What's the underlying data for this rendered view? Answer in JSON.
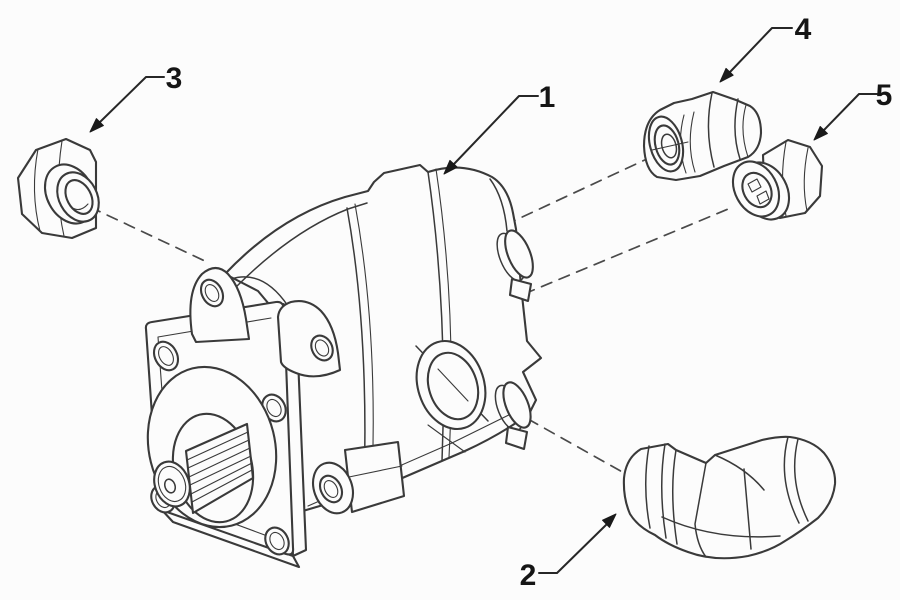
{
  "diagram": {
    "type": "exploded-parts-line-drawing",
    "background_color": "#fcfcfc",
    "line_color": "#3a3a3a",
    "label_color": "#151515",
    "callouts": [
      {
        "label": "1"
      },
      {
        "label": "2"
      },
      {
        "label": "3"
      },
      {
        "label": "4"
      },
      {
        "label": "5"
      }
    ]
  }
}
